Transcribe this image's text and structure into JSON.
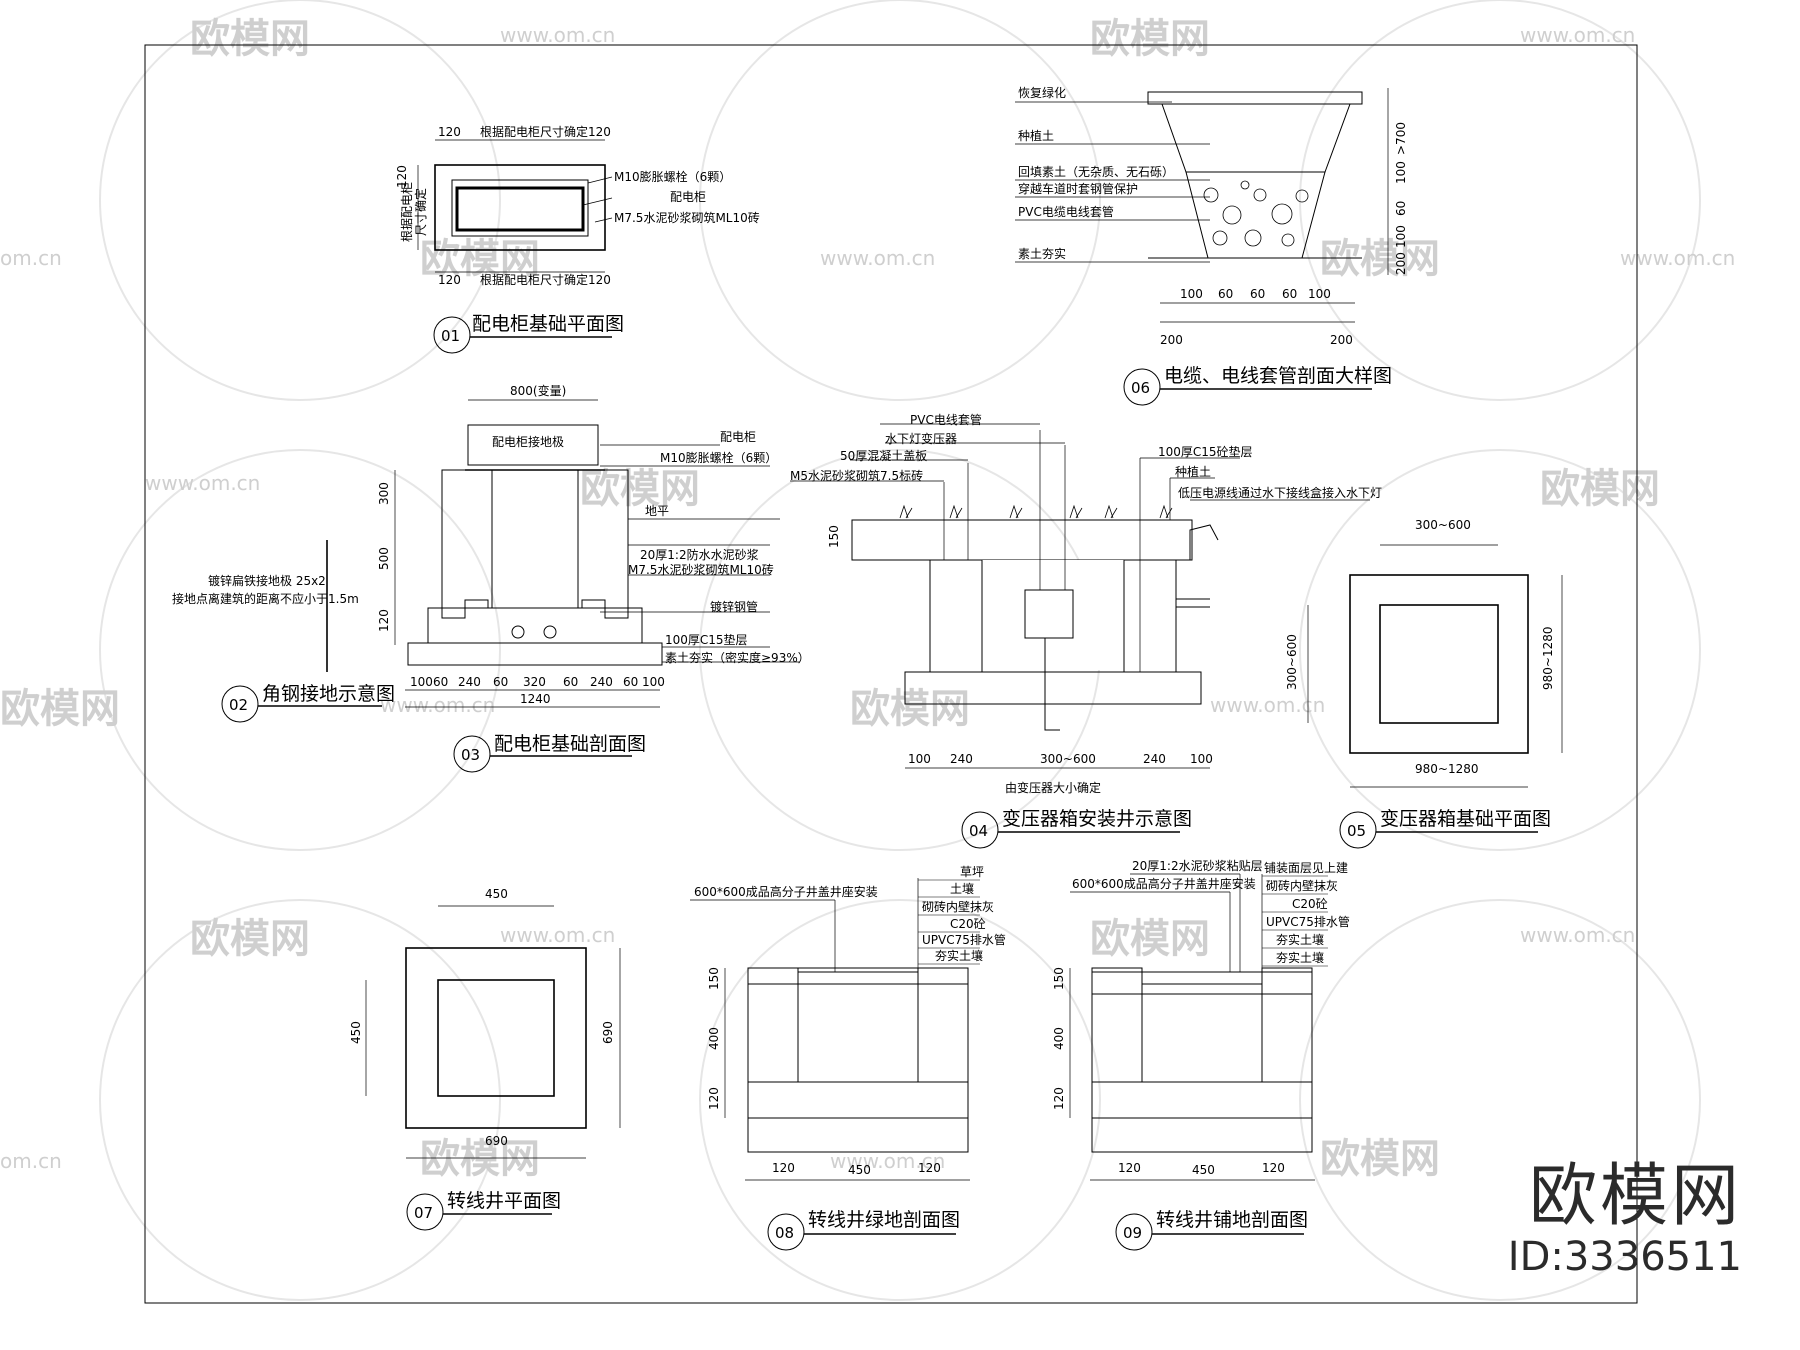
{
  "watermark": {
    "site": "欧模网",
    "url": "www.om.cn",
    "url_short": "om.cn"
  },
  "brand": {
    "name": "欧模网",
    "id": "ID:3336511"
  },
  "drawings": {
    "d01": {
      "num": "01",
      "caption": "配电柜基础平面图",
      "dims": {
        "side": "120",
        "top_note": "根据配电柜尺寸确定",
        "bottom_note": "根据配电柜尺寸确定",
        "left_side": "120",
        "left_note_a": "根据配电柜",
        "left_note_b": "尺寸确定"
      },
      "labels": [
        "M10膨胀螺栓（6颗）",
        "配电柜",
        "M7.5水泥砂浆砌筑ML10砖"
      ]
    },
    "d02": {
      "num": "02",
      "caption": "角钢接地示意图",
      "note_a": "镀锌扁铁接地极 25x2",
      "note_b": "接地点离建筑的距离不应小于1.5m"
    },
    "d03": {
      "num": "03",
      "caption": "配电柜基础剖面图",
      "top_dim": "800(变量)",
      "labels": [
        "配电柜接地极",
        "配电柜",
        "M10膨胀螺栓（6颗）",
        "地平",
        "20厚1:2防水水泥砂浆",
        "M7.5水泥砂浆砌筑ML10砖",
        "镀锌钢管",
        "100厚C15垫层",
        "素土夯实（密实度≥93%）"
      ],
      "heights": [
        "300",
        "500",
        "120"
      ],
      "bottom_dims": [
        "100",
        "60",
        "240",
        "60",
        "320",
        "60",
        "240",
        "60",
        "100"
      ],
      "total": "1240"
    },
    "d04": {
      "num": "04",
      "caption": "变压器箱安装井示意图",
      "labels": [
        "PVC电线套管",
        "水下灯变压器",
        "50厚混凝土盖板",
        "M5水泥砂浆砌筑7.5标砖",
        "100厚C15砼垫层",
        "种植土",
        "低压电源线通过水下接线盒接入水下灯"
      ],
      "height": "150",
      "bottom_dims": [
        "100",
        "240",
        "300~600",
        "240",
        "100"
      ],
      "bottom_note": "由变压器大小确定"
    },
    "d05": {
      "num": "05",
      "caption": "变压器箱基础平面图",
      "top": "300~600",
      "left": "300~600",
      "right": "980~1280",
      "bottom": "980~1280"
    },
    "d06": {
      "num": "06",
      "caption": "电缆、电线套管剖面大样图",
      "labels": [
        "恢复绿化",
        "种植土",
        "回填素土（无杂质、无石砾）",
        "穿越车道时套钢管保护",
        "PVC电缆电线套管",
        "素土夯实"
      ],
      "right_dims": [
        ">700",
        "100",
        "60",
        "100",
        "200"
      ],
      "bottom_top": [
        "100",
        "60",
        "60",
        "60",
        "100"
      ],
      "bottom_low": [
        "200",
        "200"
      ]
    },
    "d07": {
      "num": "07",
      "caption": "转线井平面图",
      "top": "450",
      "left": "450",
      "right": "690",
      "bottom": "690"
    },
    "d08": {
      "num": "08",
      "caption": "转线井绿地剖面图",
      "top_label": "600*600成品高分子井盖井座安装",
      "labels": [
        "草坪",
        "土壤",
        "砌砖内壁抹灰",
        "C20砼",
        "UPVC75排水管",
        "夯实土壤"
      ],
      "heights": [
        "150",
        "400",
        "120"
      ],
      "bottom_dims": [
        "120",
        "450",
        "120"
      ]
    },
    "d09": {
      "num": "09",
      "caption": "转线井铺地剖面图",
      "top_label_a": "20厚1:2水泥砂浆粘贴层",
      "top_label_b": "600*600成品高分子井盖井座安装",
      "labels": [
        "铺装面层见上建",
        "砌砖内壁抹灰",
        "C20砼",
        "UPVC75排水管",
        "夯实土壤",
        "夯实土壤"
      ],
      "heights": [
        "150",
        "400",
        "120"
      ],
      "bottom_dims": [
        "120",
        "450",
        "120"
      ]
    }
  }
}
